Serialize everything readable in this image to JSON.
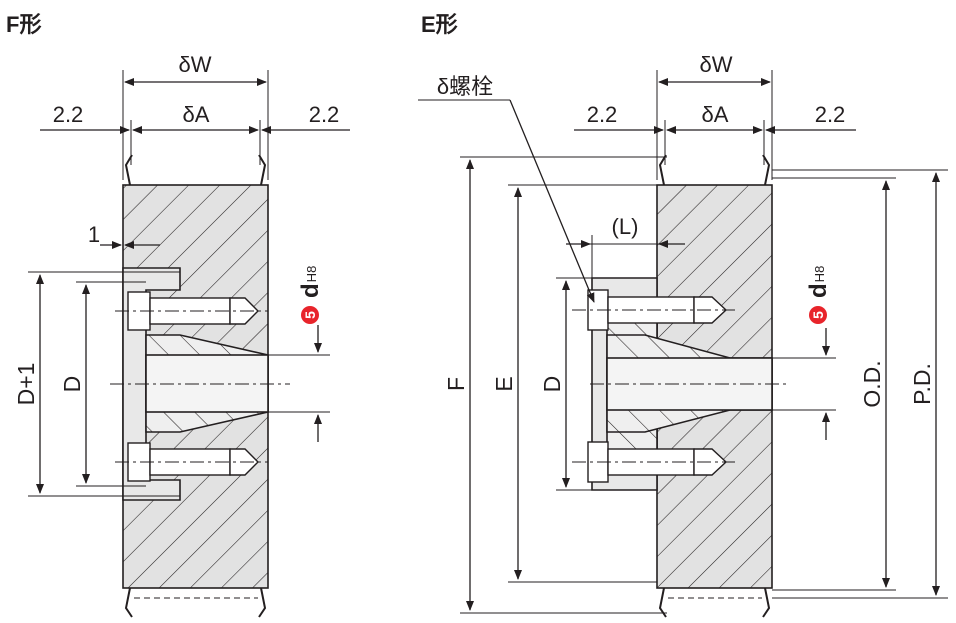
{
  "f_type": {
    "title": "F形",
    "dim_w": "δW",
    "dim_a": "δA",
    "dim_left_gap": "2.2",
    "dim_right_gap": "2.2",
    "dim_offset": "1",
    "dim_d_plus_1": "D+1",
    "dim_d": "D",
    "badge": "5",
    "bore_symbol": "d",
    "bore_tolerance": "H8"
  },
  "e_type": {
    "title": "E形",
    "bolt_label": "δ螺栓",
    "dim_w": "δW",
    "dim_a": "δA",
    "dim_left_gap": "2.2",
    "dim_right_gap": "2.2",
    "dim_l": "(L)",
    "dim_f": "F",
    "dim_e": "E",
    "dim_d": "D",
    "dim_od": "O.D.",
    "dim_pd": "P.D.",
    "badge": "5",
    "bore_symbol": "d",
    "bore_tolerance": "H8"
  },
  "colors": {
    "badge": "#e8242b",
    "line": "#231f20",
    "body_fill": "#e2e2e2"
  }
}
